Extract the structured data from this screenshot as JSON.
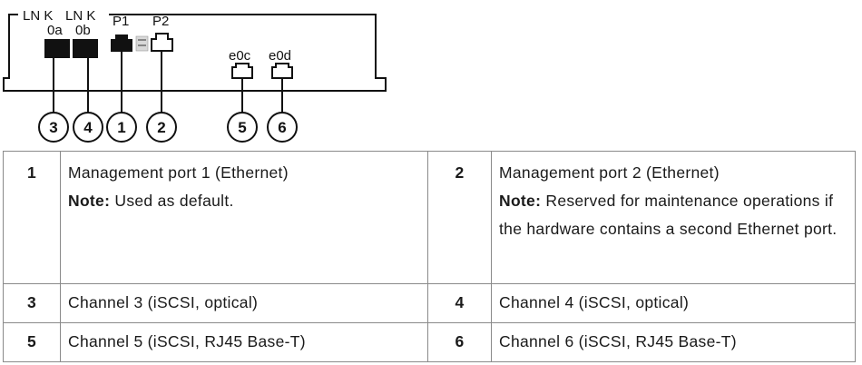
{
  "diagram": {
    "labels": {
      "lnk_a": "LN K",
      "lnk_b": "LN K",
      "port_0a": "0a",
      "port_0b": "0b",
      "port_p1": "P1",
      "port_p2": "P2",
      "port_e0c": "e0c",
      "port_e0d": "e0d"
    },
    "callouts": [
      "3",
      "4",
      "1",
      "2",
      "5",
      "6"
    ]
  },
  "table": {
    "rows": [
      {
        "left": {
          "num": "1",
          "text": "Management port 1 (Ethernet)",
          "note_label": "Note:",
          "note_text": " Used as default."
        },
        "right": {
          "num": "2",
          "text": "Management port 2 (Ethernet)",
          "note_label": "Note:",
          "note_text": " Reserved for maintenance operations if the hardware contains a second Ethernet port."
        }
      },
      {
        "left": {
          "num": "3",
          "text": "Channel 3 (iSCSI, optical)"
        },
        "right": {
          "num": "4",
          "text": "Channel 4 (iSCSI, optical)"
        }
      },
      {
        "left": {
          "num": "5",
          "text": "Channel 5 (iSCSI, RJ45 Base-T)"
        },
        "right": {
          "num": "6",
          "text": "Channel 6 (iSCSI, RJ45 Base-T)"
        }
      }
    ]
  }
}
